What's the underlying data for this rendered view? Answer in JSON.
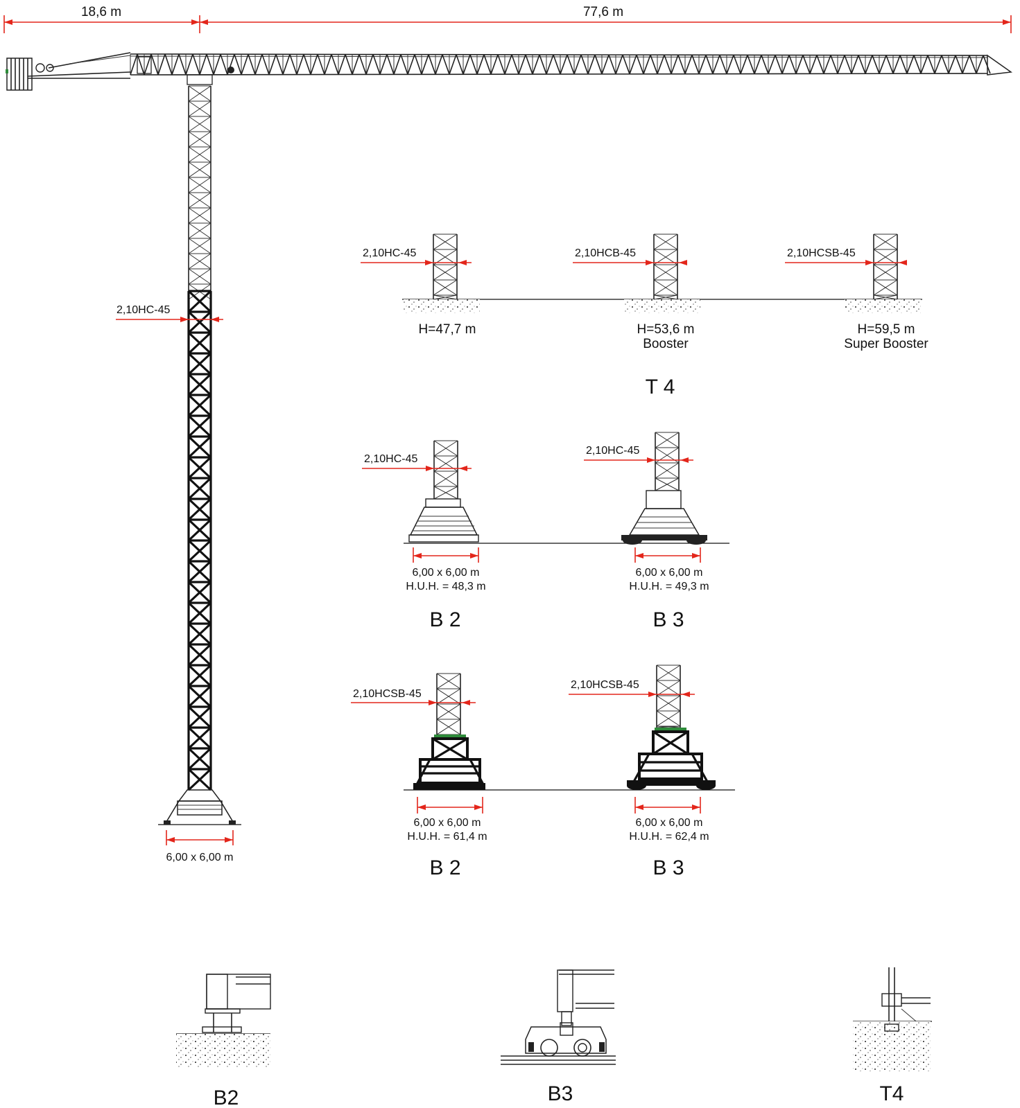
{
  "dimensions": {
    "counter_jib": "18,6 m",
    "jib": "77,6 m"
  },
  "main_crane": {
    "mast_label": "2,10HC-45",
    "base_label": "6,00 x 6,00 m"
  },
  "t4": {
    "title": "T 4",
    "variants": [
      {
        "mast": "2,10HC-45",
        "height": "H=47,7 m",
        "sub": ""
      },
      {
        "mast": "2,10HCB-45",
        "height": "H=53,6 m",
        "sub": "Booster"
      },
      {
        "mast": "2,10HCSB-45",
        "height": "H=59,5 m",
        "sub": "Super Booster"
      }
    ]
  },
  "b_row1": [
    {
      "mast": "2,10HC-45",
      "base": "6,00 x 6,00 m",
      "huh": "H.U.H. = 48,3 m",
      "title": "B 2"
    },
    {
      "mast": "2,10HC-45",
      "base": "6,00 x 6,00 m",
      "huh": "H.U.H. = 49,3 m",
      "title": "B 3"
    }
  ],
  "b_row2": [
    {
      "mast": "2,10HCSB-45",
      "base": "6,00 x 6,00 m",
      "huh": "H.U.H. = 61,4 m",
      "title": "B 2"
    },
    {
      "mast": "2,10HCSB-45",
      "base": "6,00 x 6,00 m",
      "huh": "H.U.H. = 62,4 m",
      "title": "B 3"
    }
  ],
  "details": [
    "B2",
    "B3",
    "T4"
  ],
  "colors": {
    "dimension": "#e3261b",
    "steel": "#222222",
    "accent": "#2e8b3a"
  }
}
